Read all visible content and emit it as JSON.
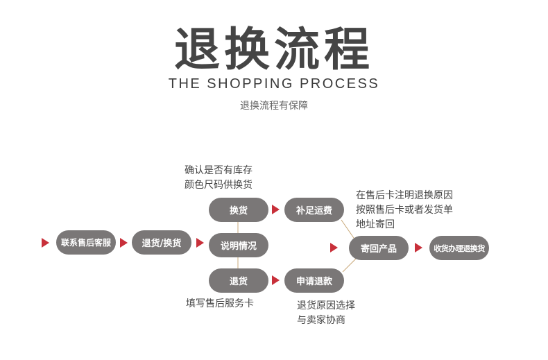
{
  "header": {
    "title": "退换流程",
    "subtitle_en": "THE SHOPPING PROCESS",
    "tagline": "退换流程有保障"
  },
  "steps": {
    "contact": "联系售后客服",
    "choose": "退货/换货",
    "exchange": "换货",
    "explain": "说明情况",
    "return": "退货",
    "shipping": "补足运费",
    "refund": "申请退款",
    "send_back": "寄回产品",
    "receive": "收货办理退换货"
  },
  "notes": {
    "exchange": [
      "确认是否有库存",
      "颜色尺码供换货"
    ],
    "return": [
      "填写售后服务卡"
    ],
    "send_back": [
      "在售后卡注明退换原因",
      "按照售后卡或者发货单",
      "地址寄回"
    ],
    "refund": [
      "退货原因选择",
      "与卖家协商"
    ]
  },
  "colors": {
    "pill": "#7a7777",
    "arrow": "#c8303a",
    "connector": "#c8a878",
    "title": "#454545"
  }
}
